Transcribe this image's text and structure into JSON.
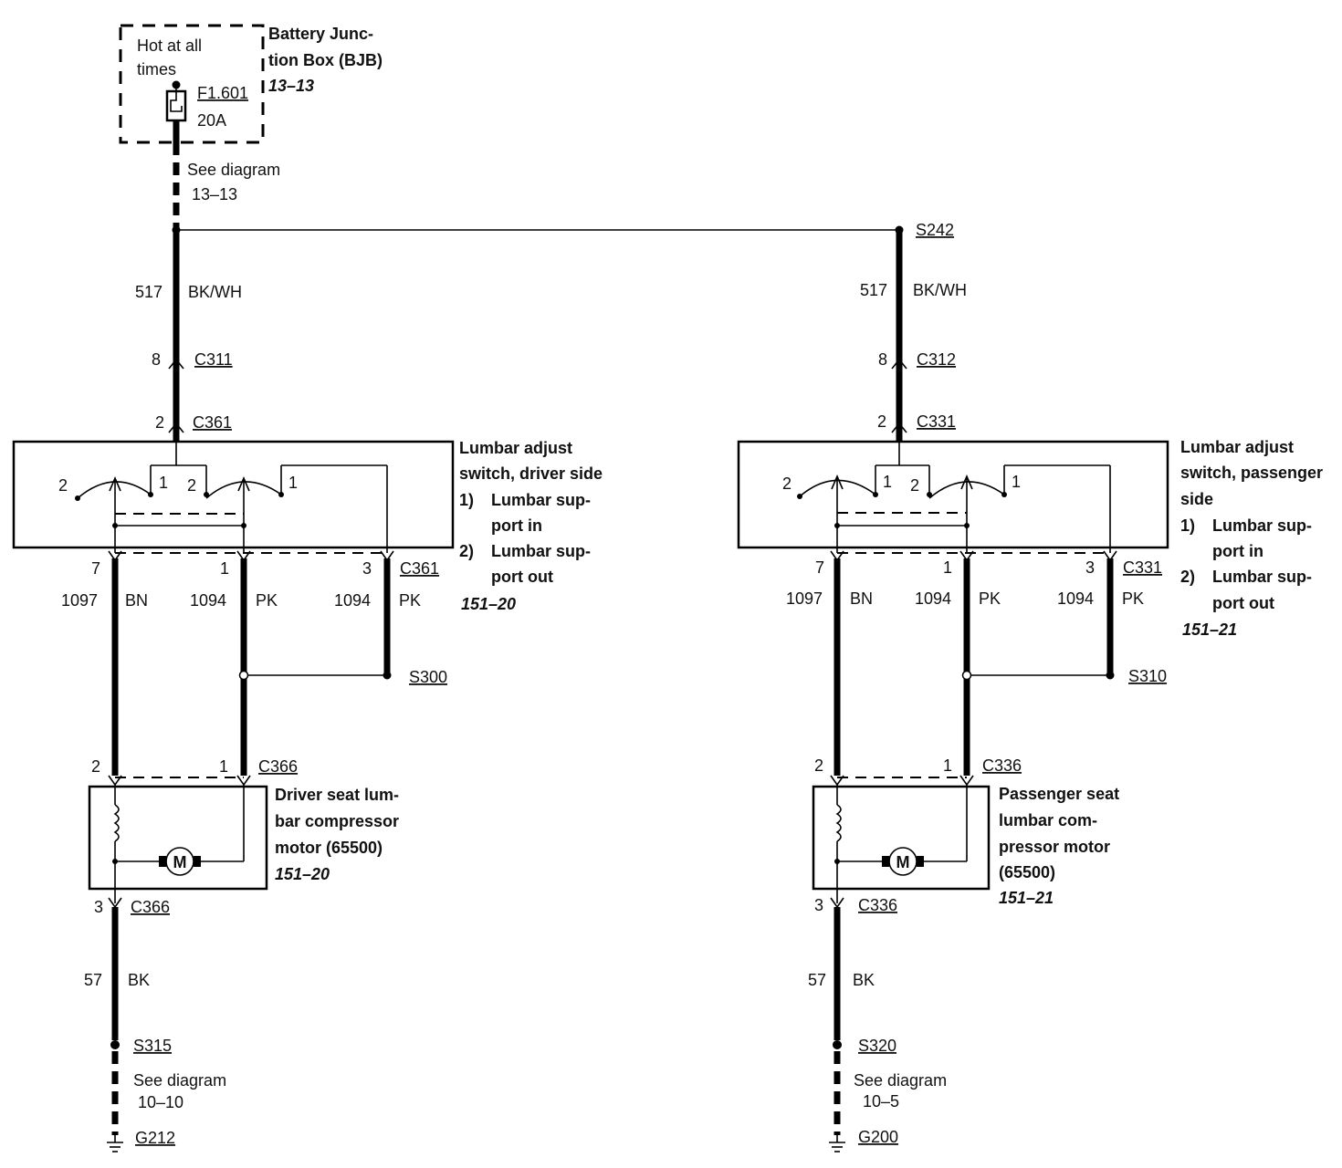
{
  "bjb": {
    "hot_line1": "Hot at all",
    "hot_line2": "times",
    "fuse_id": "F1.601",
    "fuse_rating": "20A",
    "title_line1": "Battery Junc-",
    "title_line2": "tion Box (BJB)",
    "ref": "13–13"
  },
  "top_see_diagram": {
    "line1": "See diagram",
    "line2": "13–13"
  },
  "splice_top": "S242",
  "driver": {
    "circuit_517": "517",
    "color_517": "BK/WH",
    "c311_pin": "8",
    "c311": "C311",
    "c361_top_pin": "2",
    "c361_top": "C361",
    "switch_title_line1": "Lumbar adjust",
    "switch_title_line2": "switch, driver side",
    "switch_item1_num": "1)",
    "switch_item1_line1": "Lumbar sup-",
    "switch_item1_line2": "port in",
    "switch_item2_num": "2)",
    "switch_item2_line1": "Lumbar sup-",
    "switch_item2_line2": "port out",
    "switch_ref": "151–20",
    "pin7": "7",
    "pin1": "1",
    "pin3": "3",
    "c361_bottom": "C361",
    "wire_1097": "1097",
    "color_bn": "BN",
    "wire_1094a": "1094",
    "color_pk_a": "PK",
    "wire_1094b": "1094",
    "color_pk_b": "PK",
    "splice_mid": "S300",
    "motor_pin2": "2",
    "motor_pin1": "1",
    "c366_top": "C366",
    "motor_title_line1": "Driver seat lum-",
    "motor_title_line2": "bar compressor",
    "motor_title_line3": "motor (65500)",
    "motor_ref": "151–20",
    "motor_symbol": "M",
    "c366_pin3": "3",
    "c366_bottom": "C366",
    "circuit_57": "57",
    "color_bk": "BK",
    "splice_ground": "S315",
    "see_diagram_line1": "See diagram",
    "see_diagram_line2": "10–10",
    "ground": "G212",
    "sw_left_pos2": "2",
    "sw_left_pos1": "1",
    "sw_right_pos2": "2",
    "sw_right_pos1": "1"
  },
  "passenger": {
    "circuit_517": "517",
    "color_517": "BK/WH",
    "c312_pin": "8",
    "c312": "C312",
    "c331_top_pin": "2",
    "c331_top": "C331",
    "switch_title_line1": "Lumbar adjust",
    "switch_title_line2": "switch, passenger",
    "switch_title_line3": "side",
    "switch_item1_num": "1)",
    "switch_item1_line1": "Lumbar sup-",
    "switch_item1_line2": "port in",
    "switch_item2_num": "2)",
    "switch_item2_line1": "Lumbar sup-",
    "switch_item2_line2": "port out",
    "switch_ref": "151–21",
    "pin7": "7",
    "pin1": "1",
    "pin3": "3",
    "c331_bottom": "C331",
    "wire_1097": "1097",
    "color_bn": "BN",
    "wire_1094a": "1094",
    "color_pk_a": "PK",
    "wire_1094b": "1094",
    "color_pk_b": "PK",
    "splice_mid": "S310",
    "motor_pin2": "2",
    "motor_pin1": "1",
    "c336_top": "C336",
    "motor_title_line1": "Passenger seat",
    "motor_title_line2": "lumbar com-",
    "motor_title_line3": "pressor motor",
    "motor_title_line4": "(65500)",
    "motor_ref": "151–21",
    "motor_symbol": "M",
    "c336_pin3": "3",
    "c336_bottom": "C336",
    "circuit_57": "57",
    "color_bk": "BK",
    "splice_ground": "S320",
    "see_diagram_line1": "See diagram",
    "see_diagram_line2": "10–5",
    "ground": "G200",
    "sw_left_pos2": "2",
    "sw_left_pos1": "1",
    "sw_right_pos2": "2",
    "sw_right_pos1": "1"
  }
}
